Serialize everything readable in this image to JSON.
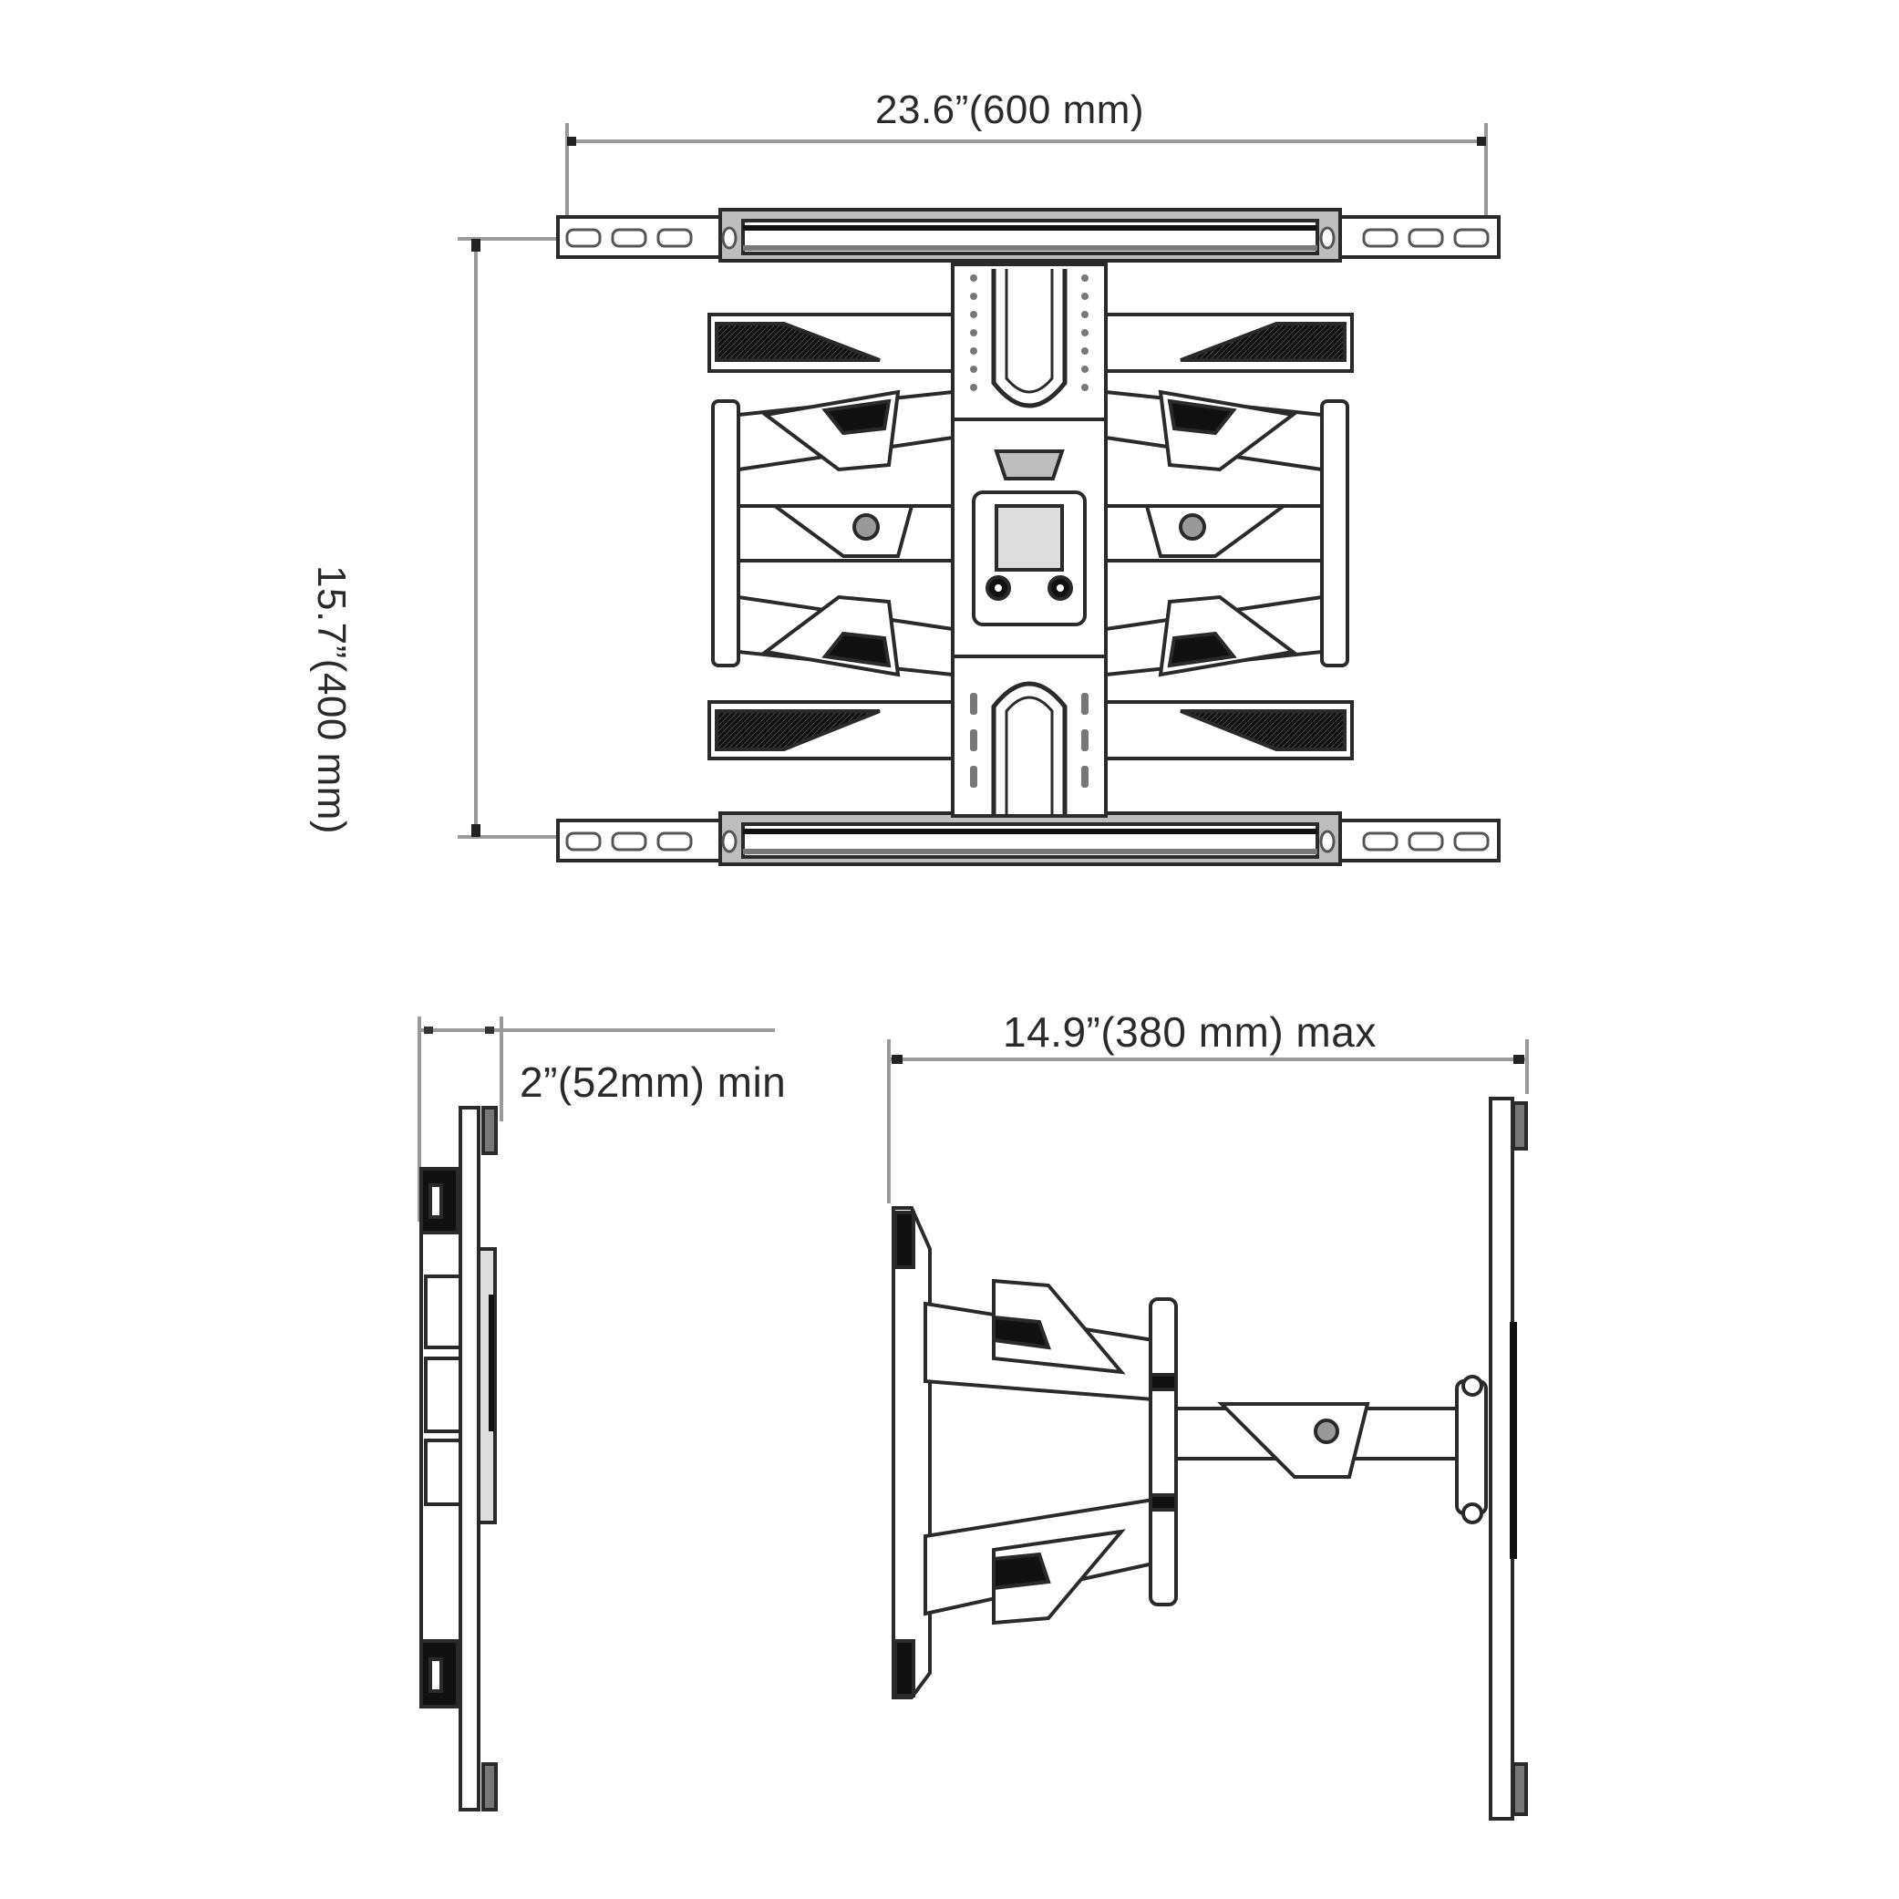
{
  "diagram": {
    "subject": "Full-motion TV wall mount dimension drawing",
    "views": [
      {
        "name": "front-view",
        "dimensions": {
          "width_label": "23.6”(600 mm)",
          "height_label": "15.7”(400 mm)"
        }
      },
      {
        "name": "side-view-retracted",
        "dimensions": {
          "depth_min_label": "2”(52mm) min"
        }
      },
      {
        "name": "side-view-extended",
        "dimensions": {
          "depth_max_label": "14.9”(380 mm) max"
        }
      }
    ]
  },
  "colors": {
    "line": "#2a2a2a",
    "dim_line": "#9a9a9a",
    "fill_dark": "#111111",
    "fill_light": "#ffffff",
    "fill_mid": "#bdbdbd"
  }
}
